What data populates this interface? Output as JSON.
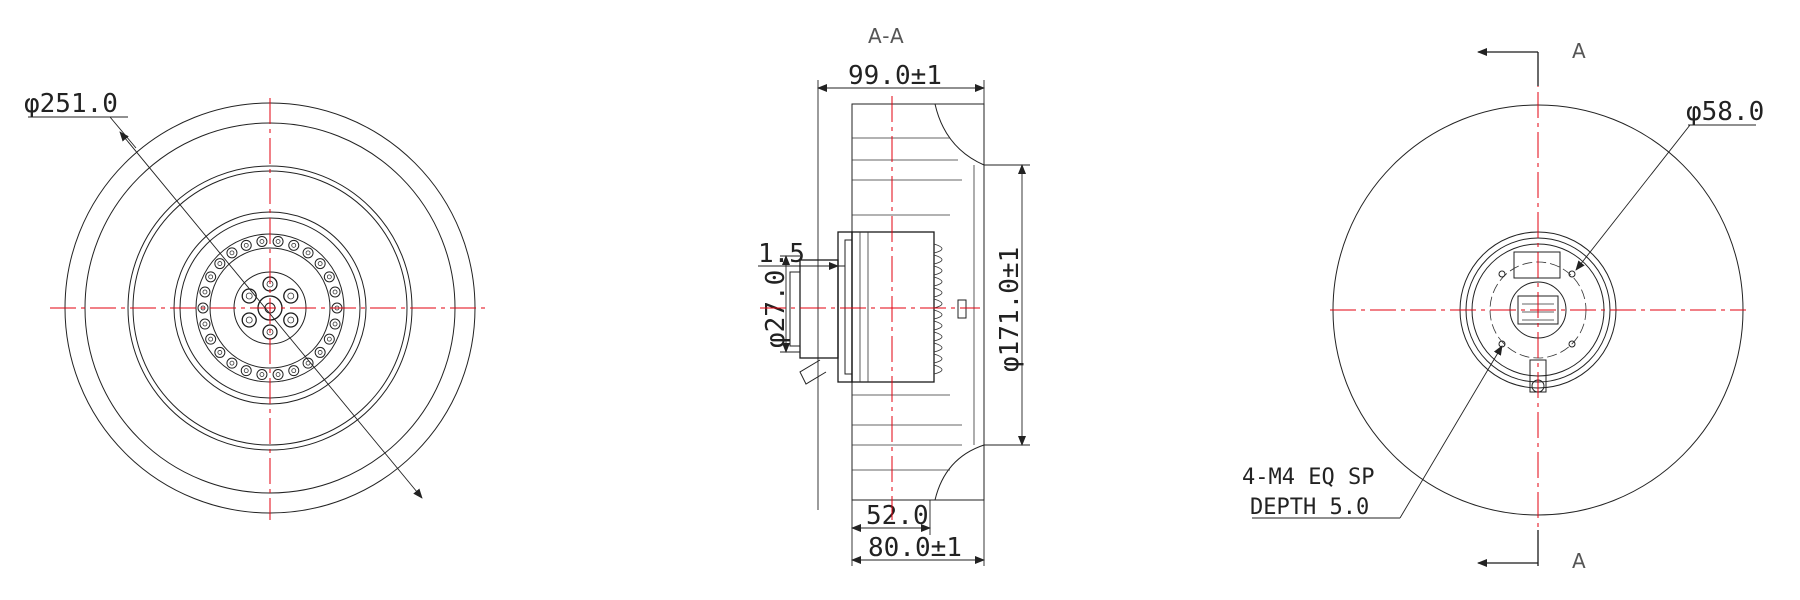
{
  "front_view": {
    "dia_outer": "φ251.0"
  },
  "section_view": {
    "title": "A-A",
    "width_top": "99.0±1",
    "flange": "1.5",
    "shaft_dia": "φ27.0",
    "inlet_dia": "φ171.0±1",
    "depth_inner": "52.0",
    "depth_outer": "80.0±1"
  },
  "rear_view": {
    "section_mark_top": "A",
    "section_mark_bottom": "A",
    "hub_dia": "φ58.0",
    "note_line1": "4-M4 EQ SP",
    "note_line2": "DEPTH 5.0"
  },
  "colors": {
    "line": "#222222",
    "centerline": "#e3000f",
    "background": "#ffffff"
  }
}
